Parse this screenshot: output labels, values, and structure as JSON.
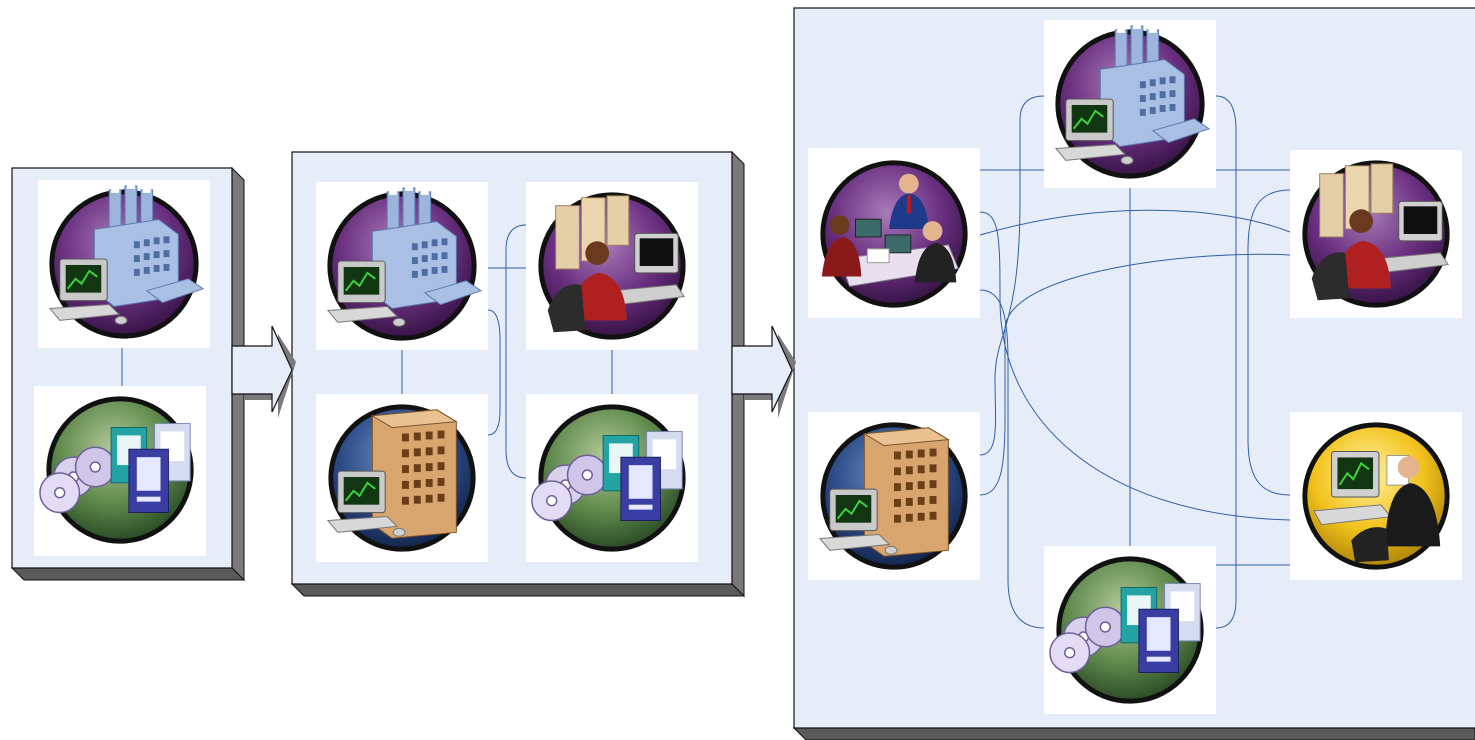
{
  "colors": {
    "panel_fill": "#e6edf8",
    "panel_stroke": "#111111",
    "panel_shadow": "#9a9a9a",
    "panel_shadow_dark": "#3c3c3c",
    "arrow_fill": "#e6edf8",
    "arrow_shadow": "#8c8c8c",
    "connector": "#2f5fa8",
    "tile_fill": "#ffffff",
    "disc_purple": "#4b1c5e",
    "disc_blue": "#1d3565",
    "disc_green": "#3e6b3a",
    "disc_yellow": "#f2c21c"
  },
  "stages": [
    {
      "name": "stage-1",
      "nodes": [
        {
          "id": "s1-factory",
          "icon": "factory-monitor-icon",
          "disc": "purple"
        },
        {
          "id": "s1-storage",
          "icon": "storage-cd-documents-icon",
          "disc": "green"
        }
      ]
    },
    {
      "name": "stage-2",
      "nodes": [
        {
          "id": "s2-factory",
          "icon": "factory-monitor-icon",
          "disc": "purple"
        },
        {
          "id": "s2-operator",
          "icon": "operator-workstation-icon",
          "disc": "purple"
        },
        {
          "id": "s2-office",
          "icon": "office-building-monitor-icon",
          "disc": "blue"
        },
        {
          "id": "s2-storage",
          "icon": "storage-cd-documents-icon",
          "disc": "green"
        }
      ]
    },
    {
      "name": "stage-3",
      "nodes": [
        {
          "id": "s3-meeting",
          "icon": "business-meeting-icon",
          "disc": "purple"
        },
        {
          "id": "s3-factory",
          "icon": "factory-monitor-icon",
          "disc": "purple"
        },
        {
          "id": "s3-operator",
          "icon": "operator-workstation-icon",
          "disc": "purple"
        },
        {
          "id": "s3-office",
          "icon": "office-building-monitor-icon",
          "disc": "blue"
        },
        {
          "id": "s3-storage",
          "icon": "storage-cd-documents-icon",
          "disc": "green"
        },
        {
          "id": "s3-trader",
          "icon": "trader-monitor-icon",
          "disc": "yellow"
        }
      ]
    }
  ],
  "arrows": [
    {
      "name": "arrow-stage-1-to-2"
    },
    {
      "name": "arrow-stage-2-to-3"
    }
  ]
}
